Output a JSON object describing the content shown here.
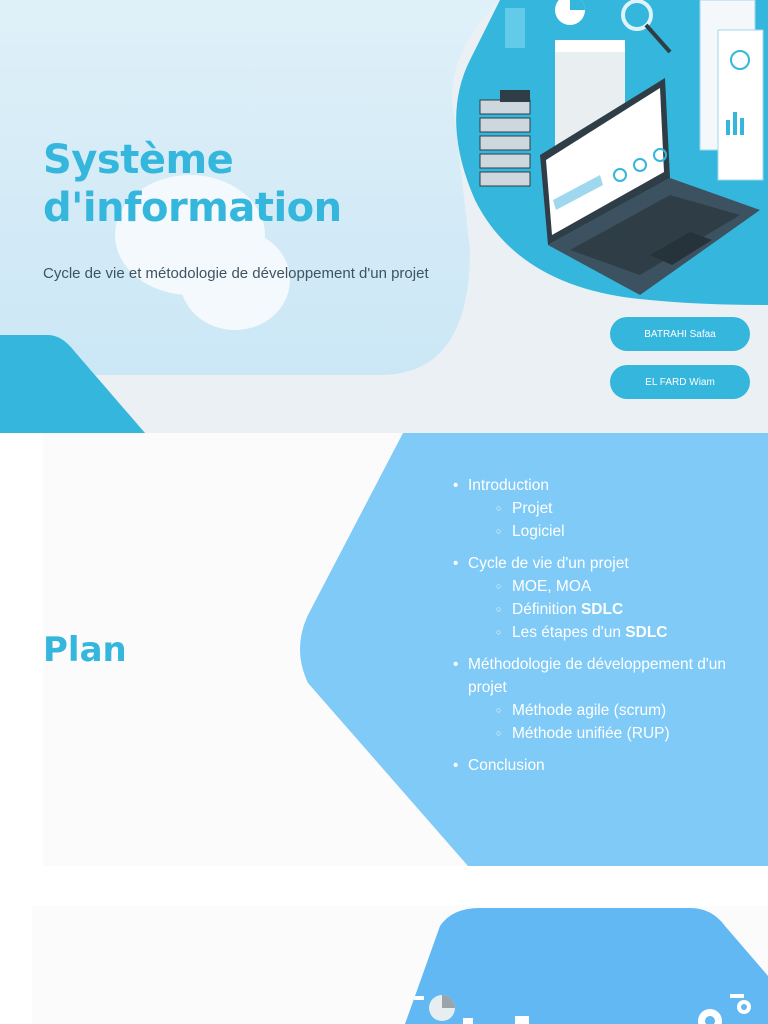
{
  "slide1": {
    "title_line1": "Système",
    "title_line2": "d'information",
    "subtitle": "Cycle de vie et métodologie de développement d'un projet",
    "authors": [
      "BATRAHI Safaa",
      "EL FARD Wiam"
    ],
    "illustration": "laptop-server-dashboard-illustration"
  },
  "slide2": {
    "title": "Plan",
    "outline": [
      {
        "label": "Introduction",
        "children": [
          {
            "label": "Projet"
          },
          {
            "label": "Logiciel"
          }
        ]
      },
      {
        "label": "Cycle de vie d'un projet",
        "children": [
          {
            "label": "MOE, MOA"
          },
          {
            "prefix": "Définition ",
            "strong": "SDLC"
          },
          {
            "prefix": "Les étapes d'un ",
            "strong": "SDLC"
          }
        ]
      },
      {
        "label": "Méthodologie de développement d'un projet",
        "children": [
          {
            "label": "Méthode agile (scrum)"
          },
          {
            "label": "Méthode unifiée (RUP)"
          }
        ]
      },
      {
        "label": "Conclusion",
        "children": []
      }
    ]
  },
  "slide3": {
    "icons": [
      "pie-chart-icon",
      "gear-icon"
    ]
  },
  "colors": {
    "accent": "#35b6dd",
    "hexagon": "#7fcaf7",
    "gradient_light": "#d2ebf7",
    "page_bg": "#eaf0f3"
  }
}
